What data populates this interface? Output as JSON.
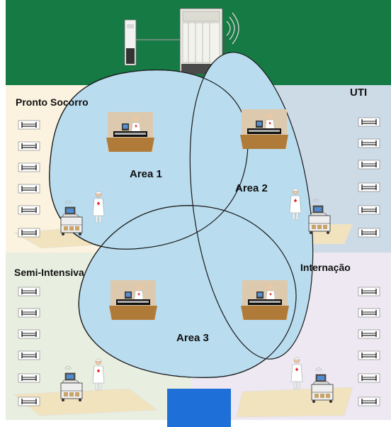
{
  "zones": {
    "pronto_socorro": "Pronto Socorro",
    "uti": "UTI",
    "semi_intensiva": "Semi-Intensiva",
    "internacao": "Internação"
  },
  "areas": {
    "area1": "Area 1",
    "area2": "Area 2",
    "area3": "Area 3"
  },
  "colors": {
    "top_band": "#157a43",
    "coverage": "#b9dcef",
    "pronto_socorro_bg": "#fbf2df",
    "uti_bg": "#cddbe7",
    "semi_bg": "#e8eee0",
    "internacao_bg": "#ede8f1",
    "corridor": "#1f6fd8"
  }
}
